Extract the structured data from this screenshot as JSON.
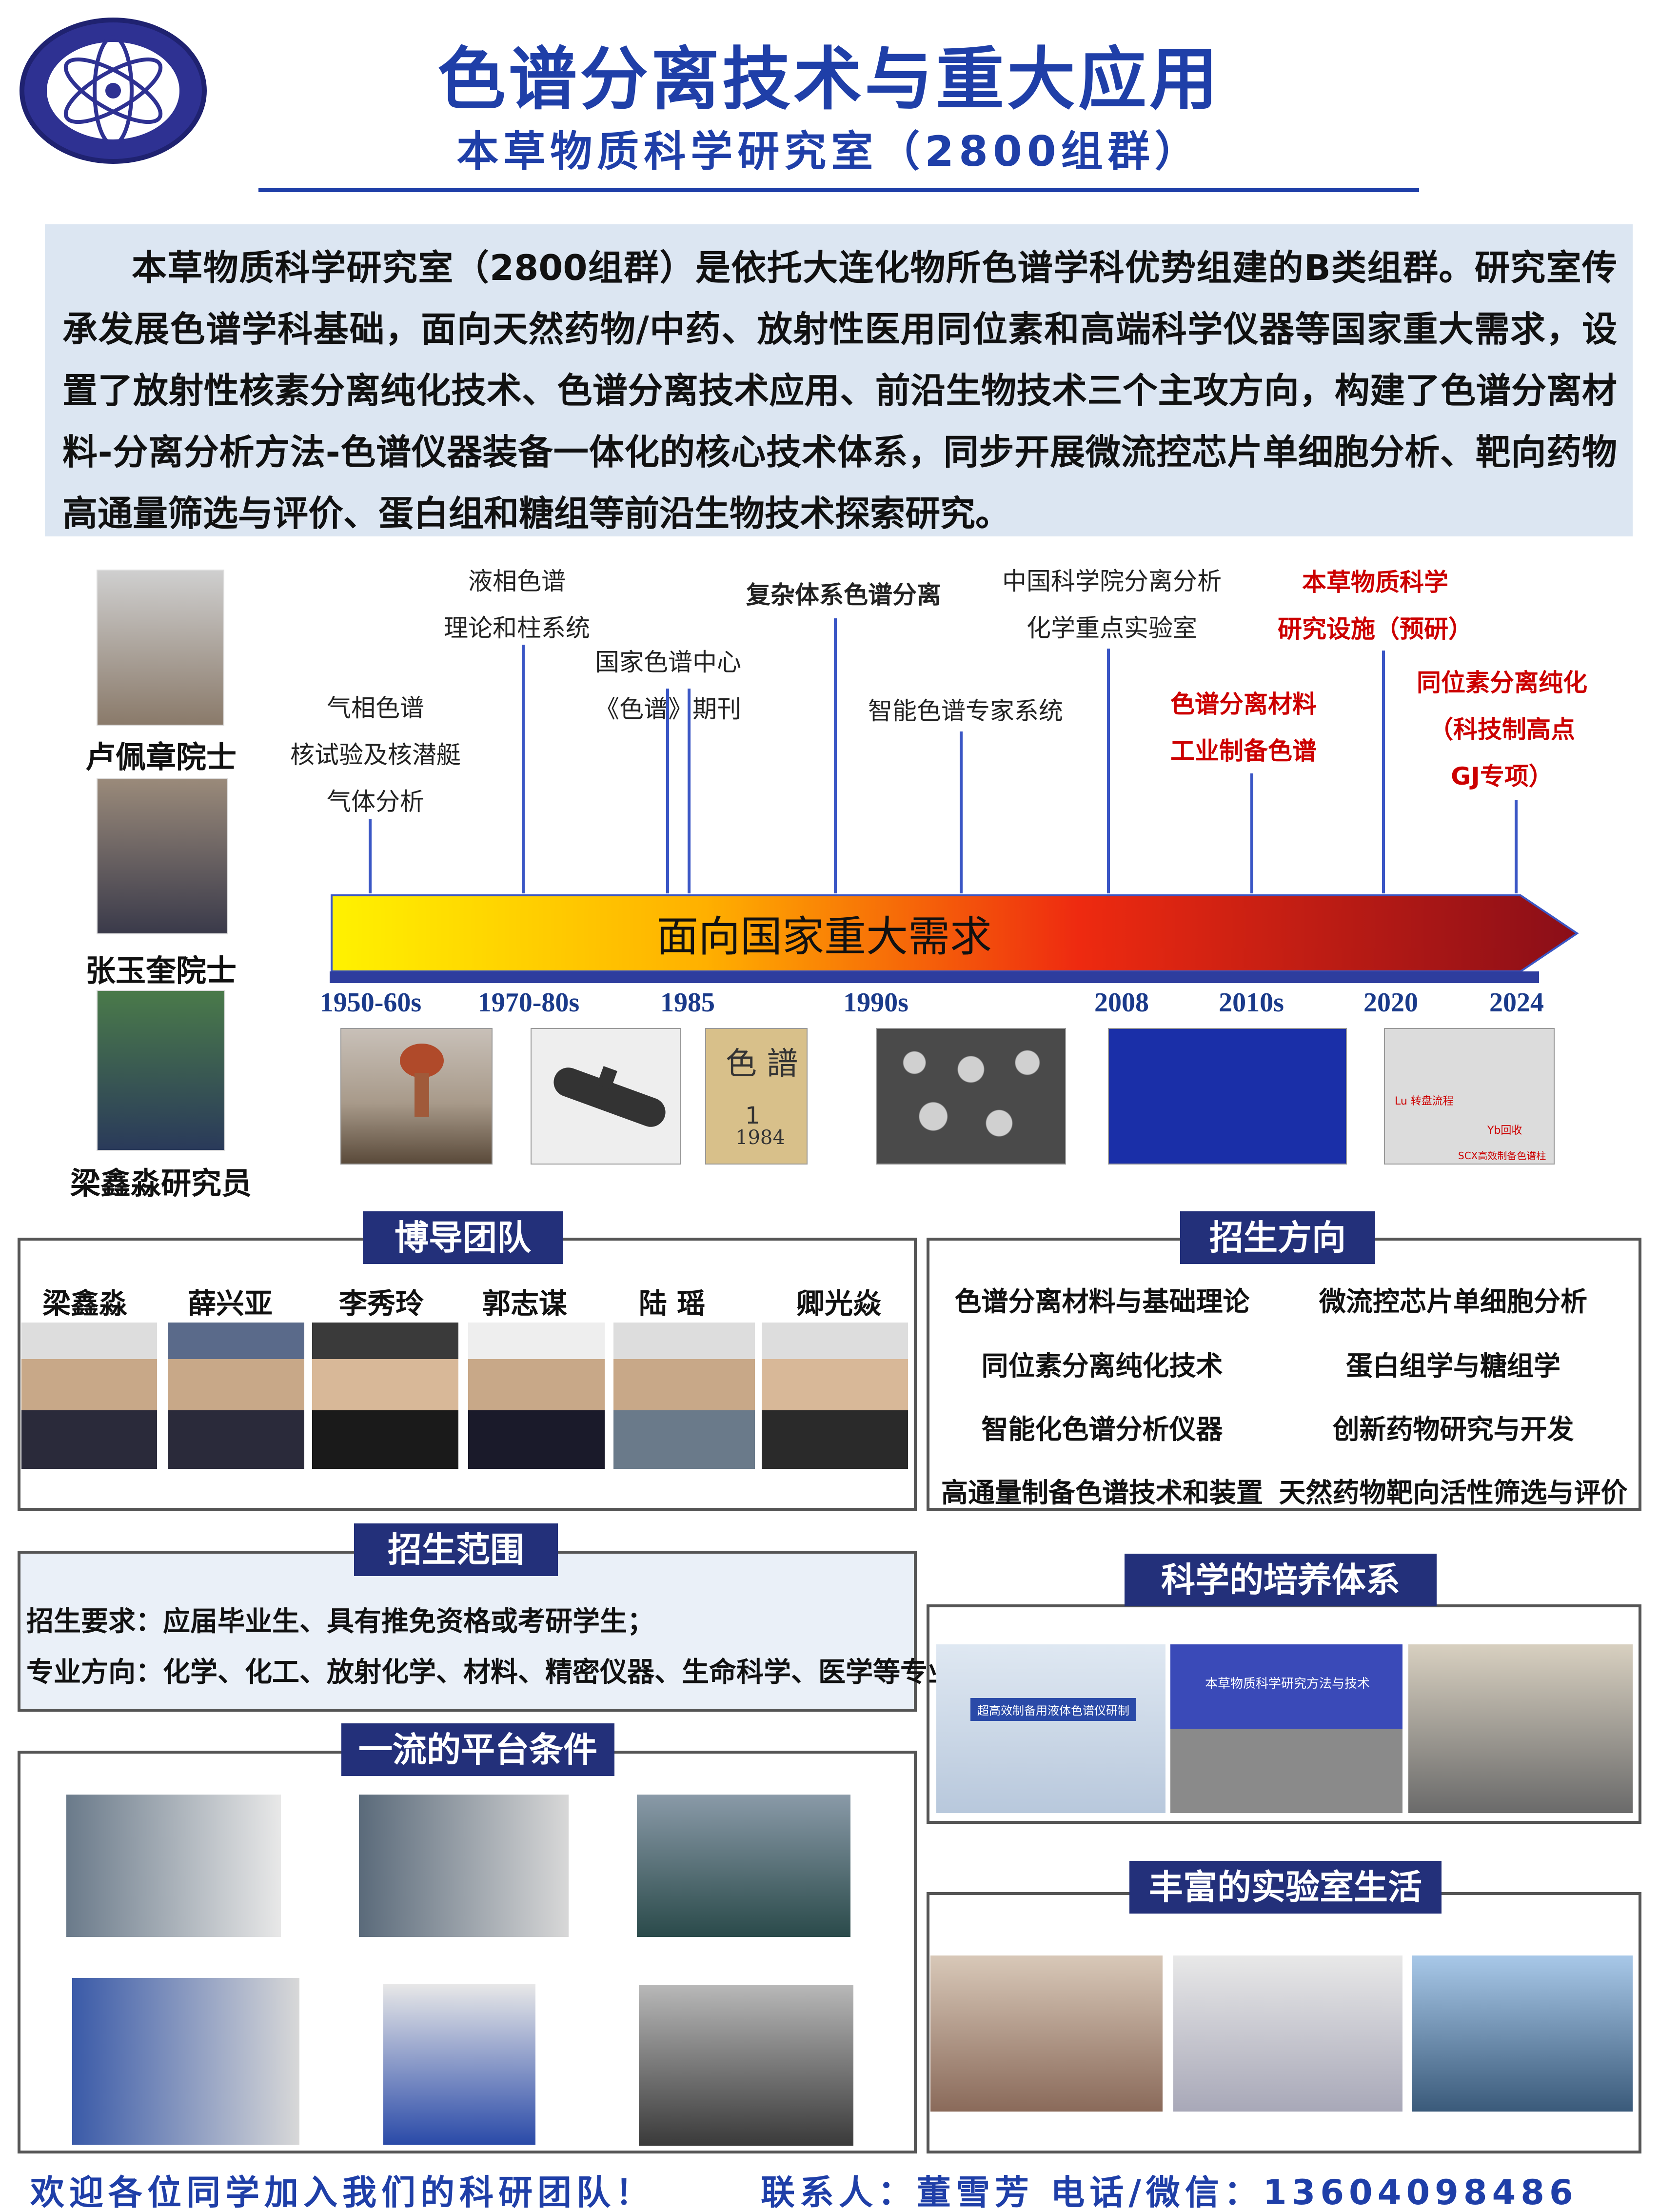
{
  "header": {
    "title": "色谱分离技术与重大应用",
    "subtitle": "本草物质科学研究室（2800组群）",
    "logo_icon": "dicp-logo-icon"
  },
  "intro": "本草物质科学研究室（2800组群）是依托大连化物所色谱学科优势组建的B类组群。研究室传承发展色谱学科基础，面向天然药物/中药、放射性医用同位素和高端科学仪器等国家重大需求，设置了放射性核素分离纯化技术、色谱分离技术应用、前沿生物技术三个主攻方向，构建了色谱分离材料-分离分析方法-色谱仪器装备一体化的核心技术体系，同步开展微流控芯片单细胞分析、靶向药物高通量筛选与评价、蛋白组和糖组等前沿生物技术探索研究。",
  "founders": [
    "卢佩章院士",
    "张玉奎院士",
    "梁鑫淼研究员"
  ],
  "timeline": {
    "banner": "面向国家重大需求",
    "years": [
      "1950-60s",
      "1970-80s",
      "1985",
      "1990s",
      "2008",
      "2010s",
      "2020",
      "2024"
    ],
    "milestones": [
      {
        "lines": [
          "气相色谱",
          "核试验及核潜艇",
          "气体分析"
        ]
      },
      {
        "lines": [
          "液相色谱",
          "理论和柱系统"
        ]
      },
      {
        "lines": [
          "国家色谱中心",
          "《色谱》期刊"
        ]
      },
      {
        "lines": [
          "复杂体系色谱分离"
        ]
      },
      {
        "lines": [
          "智能色谱专家系统"
        ]
      },
      {
        "lines": [
          "中国科学院分离分析",
          "化学重点实验室"
        ]
      },
      {
        "lines": [
          "色谱分离材料",
          "工业制备色谱"
        ]
      },
      {
        "lines": [
          "本草物质科学",
          "研究设施（预研）"
        ]
      },
      {
        "lines": [
          "同位素分离纯化",
          "（科技制高点",
          "GJ专项）"
        ]
      }
    ],
    "journal": {
      "title": "色 譜",
      "issue": "1",
      "year": "1984"
    },
    "chip_labels": [
      "Lu 转盘流程",
      "Yb回收",
      "SCX高效制备色谱柱"
    ]
  },
  "sections": {
    "phd_team": "博导团队",
    "enroll_direction": "招生方向",
    "enroll_scope": "招生范围",
    "training": "科学的培养体系",
    "platform": "一流的平台条件",
    "life": "丰富的实验室生活"
  },
  "team": [
    "梁鑫淼",
    "薛兴亚",
    "李秀玲",
    "郭志谋",
    "陆 瑶",
    "卿光焱"
  ],
  "directions": [
    [
      "色谱分离材料与基础理论",
      "微流控芯片单细胞分析"
    ],
    [
      "同位素分离纯化技术",
      "蛋白组学与糖组学"
    ],
    [
      "智能化色谱分析仪器",
      "创新药物研究与开发"
    ],
    [
      "高通量制备色谱技术和装置",
      "天然药物靶向活性筛选与评价"
    ]
  ],
  "scope": [
    "招生要求：应届毕业生、具有推免资格或考研学生；",
    "专业方向：化学、化工、放射化学、材料、精密仪器、生命科学、医学等专业"
  ],
  "training_slides": [
    "超高效制备用液体色谱仪研制",
    "本草物质科学研究方法与技术"
  ],
  "footer": {
    "welcome": "欢迎各位同学加入我们的科研团队！",
    "contact": "联系人：董雪芳  电话/微信：13604098486"
  }
}
